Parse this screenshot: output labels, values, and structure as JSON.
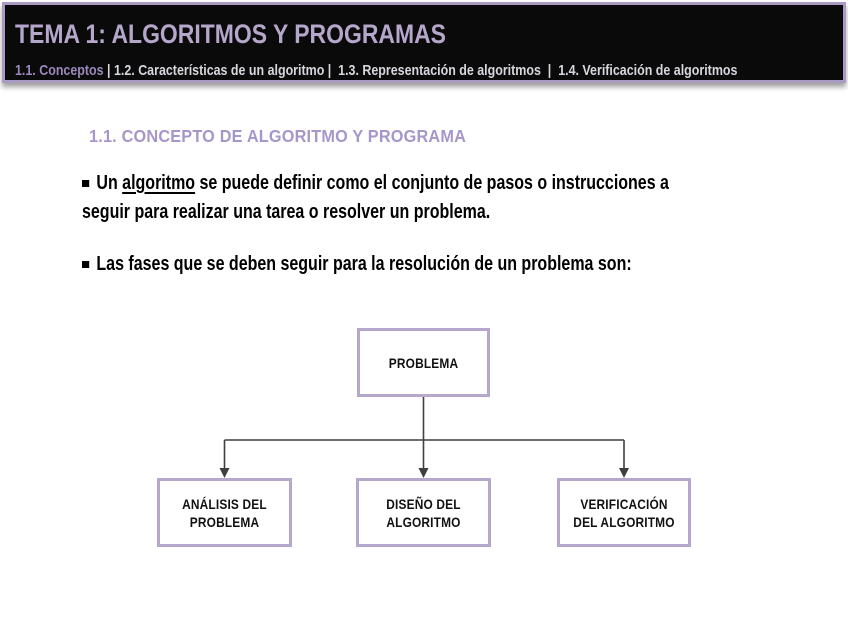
{
  "slide": {
    "header": {
      "title": "TEMA 1: ALGORITMOS Y PROGRAMAS",
      "nav_active": "1.1. Conceptos",
      "nav_rest": " | 1.2. Características de un algoritmo |  1.3. Representación de algoritmos  |  1.4. Verificación de algoritmos"
    },
    "section_heading": "1.1. CONCEPTO DE ALGORITMO Y PROGRAMA",
    "bullets": {
      "first": {
        "line1_pre": "Un ",
        "term": "algoritmo",
        "line1_post": " se puede definir como el conjunto de pasos o instrucciones a",
        "line2": "seguir para realizar una tarea o resolver un problema."
      },
      "second": "Las fases que se deben seguir para la resolución de un problema son:"
    },
    "diagram": {
      "root": "PROBLEMA",
      "children": [
        "ANÁLISIS DEL PROBLEMA",
        "DISEÑO DEL ALGORITMO",
        "VERIFICACIÓN DEL ALGORITMO"
      ]
    }
  },
  "colors": {
    "header_bg": "#0a0a0a",
    "header_border": "#a99bc2",
    "title_text": "#b5a6cb",
    "nav_active_text": "#9c89bd",
    "nav_text": "#d9d6dd",
    "heading_text": "#a696ca",
    "box_border": "#b5a8cc",
    "connector_line": "#3f3f3f",
    "body_text": "#000000"
  }
}
